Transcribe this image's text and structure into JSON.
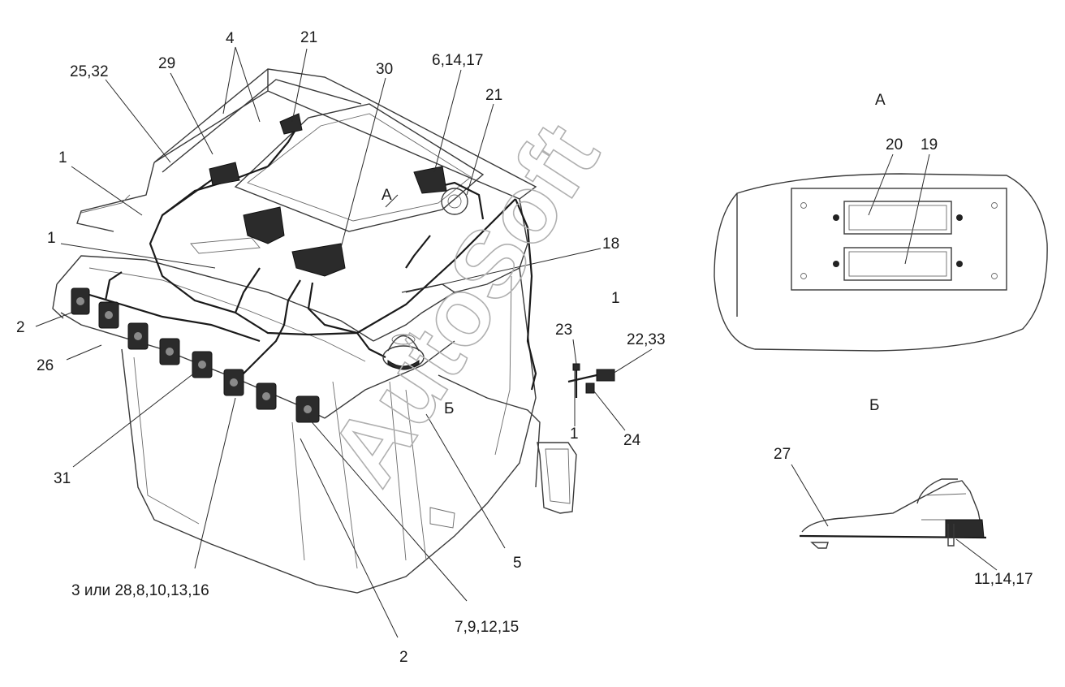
{
  "watermark": "AutoSoft",
  "views": {
    "view_a": {
      "title": "А"
    },
    "view_b": {
      "title": "Б"
    }
  },
  "main_labels": {
    "l1_top": "1",
    "l1_mid": "1",
    "l1_right": "1",
    "l1_bottom": "1",
    "l2_left": "2",
    "l2_bottom": "2",
    "l4": "4",
    "l5": "5",
    "l6_14_17": "6,14,17",
    "l7_9_12_15": "7,9,12,15",
    "l18": "18",
    "l21_top": "21",
    "l21_right": "21",
    "l22_33": "22,33",
    "l23": "23",
    "l24": "24",
    "l25_32": "25,32",
    "l26": "26",
    "l29": "29",
    "l30": "30",
    "l31": "31",
    "l3_or_28": "3 или 28,8,10,13,16",
    "marker_a": "А",
    "marker_b": "Б"
  },
  "view_a_labels": {
    "l20": "20",
    "l19": "19"
  },
  "view_b_labels": {
    "l27": "27",
    "l11_14_17": "11,14,17"
  }
}
